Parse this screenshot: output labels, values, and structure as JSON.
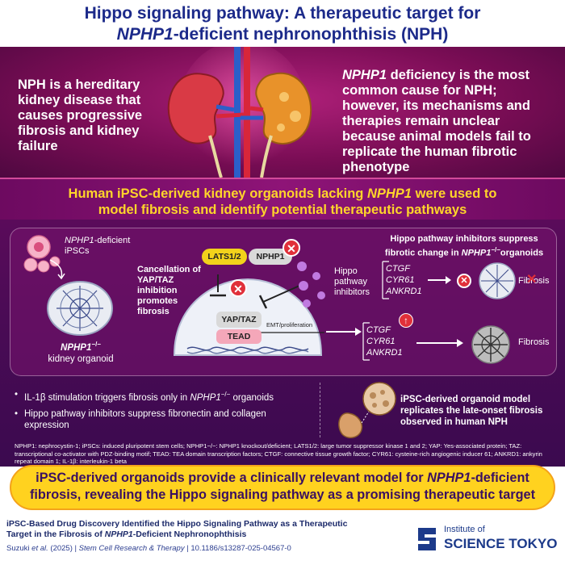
{
  "title": {
    "line1": "Hippo signaling pathway: A therapeutic target for",
    "line2_italic": "NPHP1",
    "line2_rest": "-deficient nephronophthisis (NPH)"
  },
  "hero": {
    "left_text": "NPH is a hereditary kidney disease that causes progressive fibrosis and kidney failure",
    "right_italic": "NPHP1",
    "right_rest": " deficiency is the most common cause for NPH; however, its mechanisms and therapies remain unclear because animal models fail to replicate the human fibrotic phenotype"
  },
  "ribbon": {
    "part1": "Human iPSC-derived kidney organoids lacking ",
    "italic": "NPHP1",
    "part2": " were used to",
    "line2": "model fibrosis and identify potential therapeutic pathways"
  },
  "diagram": {
    "ipsc_label_italic": "NPHP1",
    "ipsc_label_rest": "-deficient",
    "ipsc_label_line2": "iPSCs",
    "organoid_label_italic": "NPHP1",
    "organoid_label_sup": "−/−",
    "organoid_label_line2": "kidney organoid",
    "cancellation_text": "Cancellation of YAP/TAZ inhibition promotes fibrosis",
    "lats_label": "LATS1/2",
    "nphp1_label": "NPHP1",
    "yaptaz_label": "YAP/TAZ",
    "tead_label": "TEAD",
    "emt_label": "EMT/proliferation",
    "hippo_inhibitors_label": "Hippo pathway inhibitors",
    "inhib_title_line1": "Hippo pathway inhibitors suppress",
    "inhib_title_line2_a": "fibrotic change in ",
    "inhib_title_line2_italic": "NPHP1",
    "inhib_title_line2_sup": "−/−",
    "inhib_title_line2_b": "organoids",
    "genes_top": [
      "CTGF",
      "CYR61",
      "ANKRD1"
    ],
    "genes_bottom": [
      "CTGF",
      "CYR61",
      "ANKRD1"
    ],
    "fibrosis_top": "Fibrosis",
    "fibrosis_bottom": "Fibrosis"
  },
  "bullets": {
    "b1_a": "IL-1β stimulation triggers fibrosis only in ",
    "b1_italic": "NPHP1",
    "b1_sup": "−/−",
    "b1_b": " organoids",
    "b2": "Hippo pathway inhibitors suppress fibronectin and collagen expression",
    "right_text": "iPSC-derived organoid model replicates the late-onset fibrosis observed in human NPH"
  },
  "abbreviations": "NPHP1: nephrocystin-1; iPSCs: induced pluripotent stem cells; NPHP1−/−: NPHP1 knockout/deficient; LATS1/2: large tumor suppressor kinase 1 and 2; YAP: Yes-associated protein; TAZ: transcriptional co-activator with PDZ-binding motif; TEAD: TEA domain transcription factors; CTGF: connective tissue growth factor; CYR61: cysteine-rich angiogenic inducer 61; ANKRD1: ankyrin repeat domain 1; IL-1β: interleukin-1 beta",
  "conclusion": {
    "part1": "iPSC-derived organoids provide a clinically relevant model for ",
    "italic": "NPHP1",
    "part2": "-deficient",
    "line2": "fibrosis, revealing the Hippo signaling pathway as a promising therapeutic target"
  },
  "footer": {
    "ref_line1": "iPSC-Based Drug Discovery Identified the Hippo Signaling Pathway as a Therapeutic",
    "ref_line2_a": "Target in the Fibrosis of ",
    "ref_line2_italic": "NPHP1",
    "ref_line2_b": "-Deficient Nephronophthisis",
    "citation_author": "Suzuki ",
    "citation_etal": "et al.",
    "citation_rest": " (2025) | ",
    "citation_journal": "Stem Cell Research & Therapy",
    "citation_doi": " | 10.1186/s13287-025-04567-0",
    "logo_line1": "Institute of",
    "logo_line2": "SCIENCE TOKYO"
  },
  "colors": {
    "title_blue": "#1c2a8a",
    "hero_magenta": "#8e1477",
    "accent_yellow": "#ffd21f",
    "inhibit_red": "#e0303a",
    "lats_yellow": "#f2d21b"
  }
}
